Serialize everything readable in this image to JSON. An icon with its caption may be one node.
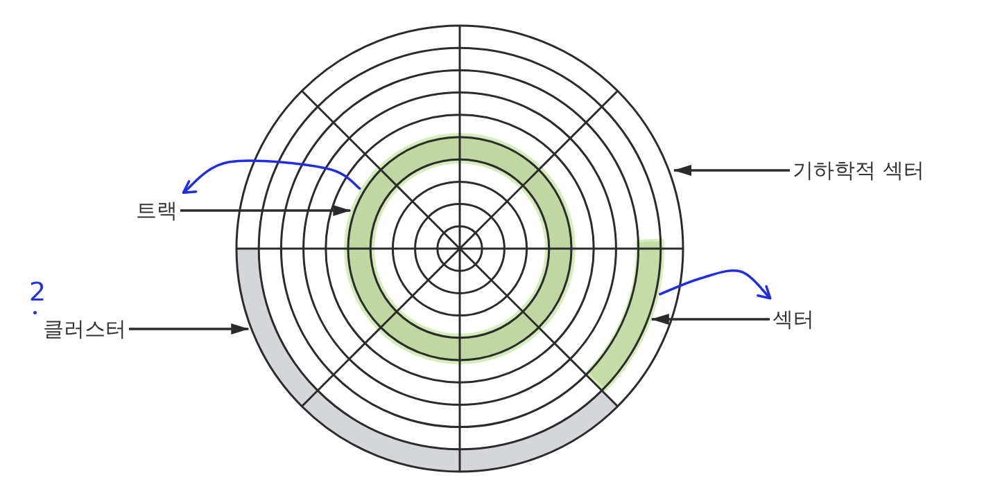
{
  "diagram": {
    "nodes": [
      {
        "text": [
          "기하학적 섹터"
        ]
      },
      {
        "text": [
          "트랙"
        ]
      },
      {
        "text": [],
        "shape": "ring"
      },
      {
        "text": [
          "클러스터"
        ]
      },
      {
        "text": [],
        "shape": "arc"
      },
      {
        "text": [
          "섹터"
        ]
      },
      {
        "text": [],
        "shape": "arc"
      }
    ],
    "edges": [
      {
        "from": 0,
        "to": null,
        "arrow": "to"
      },
      {
        "from": 2,
        "to": 1,
        "arrow": "to",
        "color": "#1f2ee6"
      },
      {
        "from": 1,
        "to": 2,
        "arrow": "to"
      },
      {
        "from": 6,
        "to": 5,
        "arrow": "to",
        "color": "#1f2ee6"
      },
      {
        "from": 5,
        "to": 6,
        "arrow": "to"
      },
      {
        "from": 3,
        "to": 4,
        "arrow": "to"
      }
    ],
    "labels": [
      "2"
    ]
  }
}
